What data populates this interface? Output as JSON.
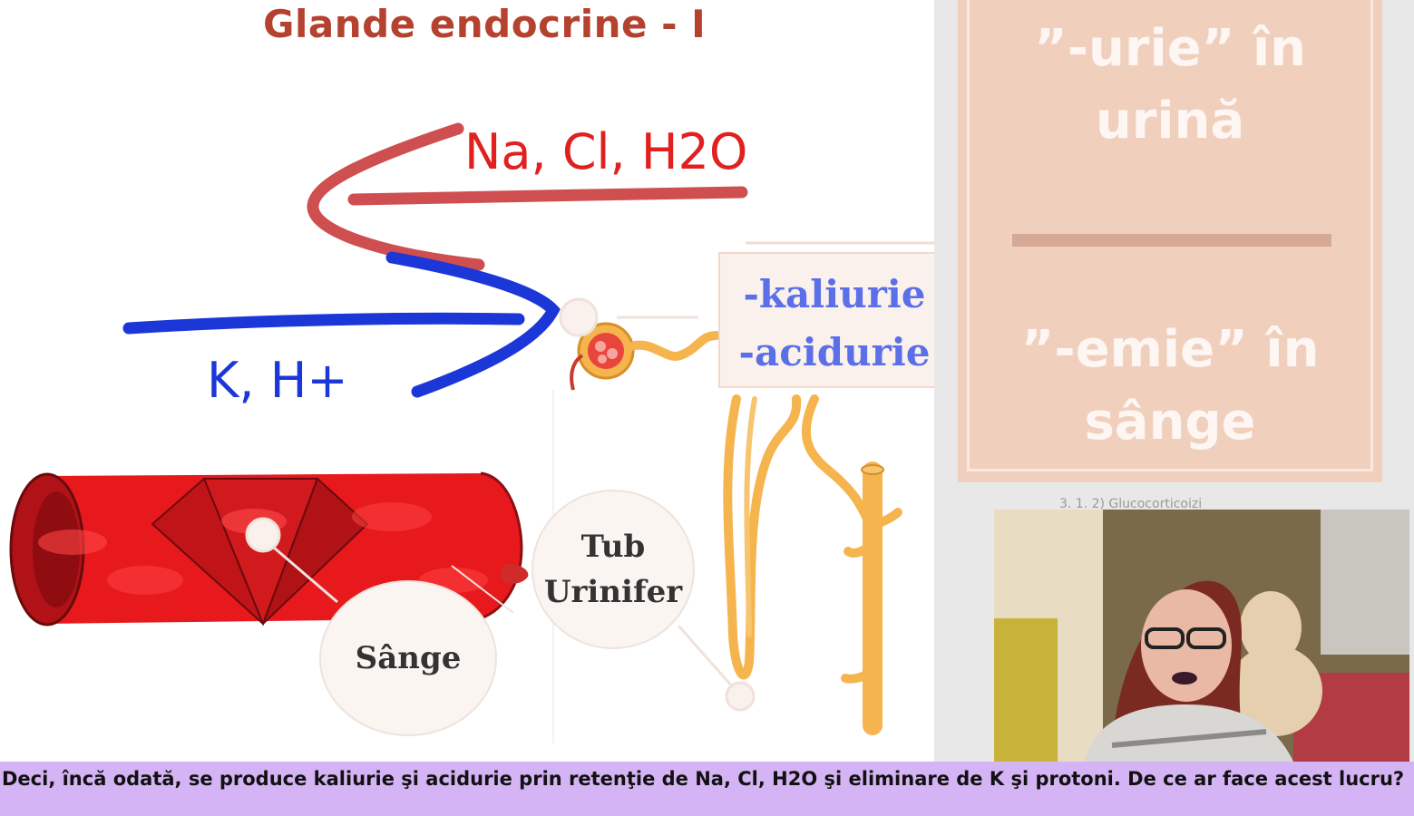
{
  "slide": {
    "title": "Glande endocrine - I",
    "retained_ions": "Na,  Cl,  H2O",
    "eliminated_ions": "K,  H+",
    "terms": {
      "line1": "-kaliurie",
      "line2": "-acidurie"
    },
    "bubbles": {
      "tub": "Tub Urinifer",
      "sange": "Sânge"
    }
  },
  "side_panel": {
    "top_text": "”-urie” în urină",
    "bottom_text": "”-emie” în sânge",
    "caption": "3. 1. 2) Glucocorticoizi"
  },
  "subtitle": {
    "text": "Deci, încă odată, se produce kaliurie şi acidurie prin retenţie de Na, Cl, H2O şi eliminare de K şi protoni. De ce ar face acest lucru?"
  },
  "colors": {
    "title": "#b5412f",
    "retained": "#e0211f",
    "eliminated": "#1c37d8",
    "terms": "#5b6fe8",
    "side_panel": "#f1cfbd",
    "subtitle_bar": "#d5b4f5"
  },
  "icons": {
    "vessel": "blood-vessel-illustration",
    "nephron": "nephron-illustration",
    "webcam": "presenter-webcam"
  }
}
